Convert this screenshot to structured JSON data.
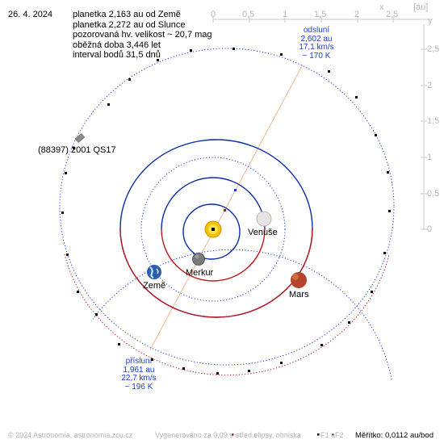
{
  "header": {
    "date": "26. 4. 2024",
    "lines": [
      "planetka 2,163 au od Země",
      "planetka 2,272 au od Slunce",
      "pozorovaná hv. velikost ~ 20,7 mag",
      "oběžná doba 3,446 let",
      "interval bodů 31,5 dnů"
    ]
  },
  "axes": {
    "x_unit": "x",
    "unit": "[au]",
    "y_unit": "y",
    "x_ticks": [
      "0",
      "0,5",
      "1",
      "1,5",
      "2",
      "2,5"
    ],
    "y_ticks": [
      "2,5",
      "2",
      "1,5",
      "1",
      "0,5",
      "0"
    ]
  },
  "bodies": {
    "asteroid": "(88397) 2001 QS17",
    "venus": "Venuše",
    "mercury": "Merkur",
    "earth": "Země",
    "mars": "Mars"
  },
  "aphelion": {
    "title": "odsluní",
    "distance": "2,602 au",
    "speed": "17,1 km/s",
    "temp": "~ 170 K"
  },
  "perihelion": {
    "title": "přísluní",
    "distance": "1,961 au",
    "speed": "22,7 km/s",
    "temp": "~ 196 K"
  },
  "footer": {
    "copyright": "© 2024 Astronomia, astronomia.zcu.cz",
    "generated": "Vygenerováno za 0,09 s",
    "legend_center": "střed elipsy, ohniska",
    "legend_f1": "F1 a",
    "legend_f2": "F2",
    "scale": "Měřítko: 0,0112 au/bod"
  },
  "colors": {
    "asteroid_orbit": "#1a3fd4",
    "asteroid_orbit_inner": "#cc1111",
    "apsis_line": "#f0b890",
    "axis": "#c8c8c8"
  }
}
